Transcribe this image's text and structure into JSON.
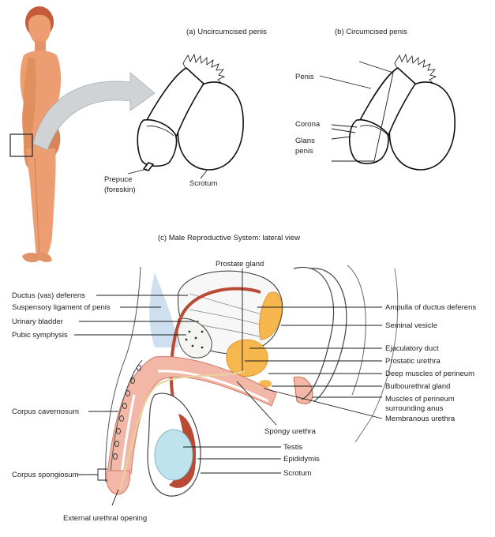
{
  "panel_a": {
    "title": "(a) Uncircumcised penis",
    "prepuce": "Prepuce",
    "foreskin": "(foreskin)",
    "scrotum": "Scrotum"
  },
  "panel_b": {
    "title": "(b) Circumcised penis",
    "penis": "Penis",
    "corona": "Corona",
    "glans_1": "Glans",
    "glans_2": "penis"
  },
  "panel_c": {
    "title": "(c) Male Reproductive System: lateral view",
    "labels": {
      "prostate_gland": "Prostate gland",
      "ductus_deferens": "Ductus (vas) deferens",
      "suspensory_ligament": "Suspensory ligament of penis",
      "urinary_bladder": "Urinary bladder",
      "pubic_symphysis": "Pubic symphysis",
      "corpus_cavernosum": "Corpus cavernosum",
      "corpus_spongiosum": "Corpus spongiosum",
      "external_urethral_opening": "External urethral opening",
      "spongy_urethra": "Spongy urethra",
      "testis": "Testis",
      "epididymis": "Epididymis",
      "scrotum": "Scrotum",
      "ampulla": "Ampulla of ductus deferens",
      "seminal_vesicle": "Seminal vesicle",
      "ejaculatory_duct": "Ejaculatory duct",
      "prostatic_urethra": "Prostatic urethra",
      "deep_muscles": "Deep muscles of perineum",
      "bulbourethral_gland": "Bulbourethral gland",
      "muscles_perineum_1": "Muscles of perineum",
      "muscles_perineum_2": "surrounding anus",
      "membranous_urethra": "Membranous urethra"
    }
  },
  "colors": {
    "skin": "#ec9e72",
    "skin_shadow": "#d88457",
    "hair": "#c45b3a",
    "erectile_tissue": "#f2b7a6",
    "erectile_dots": "#d77a6a",
    "muscle_red": "#b94a35",
    "gland_orange": "#f5b74e",
    "ligament_blue": "#c9dbee",
    "testis_blue": "#bfe3ec",
    "bone_white": "#f4f4f0",
    "arrow_gray": "#cfd3d6"
  }
}
